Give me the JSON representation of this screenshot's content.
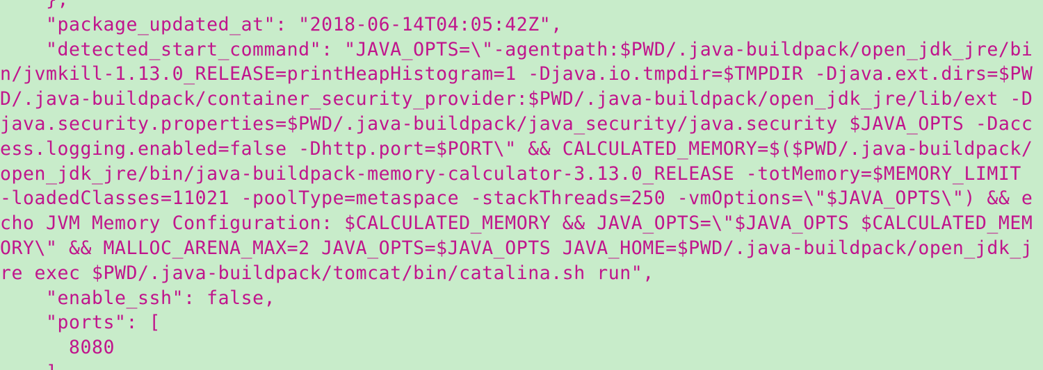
{
  "terminal": {
    "lines": [
      "    },",
      "    \"package_updated_at\": \"2018-06-14T04:05:42Z\",",
      "    \"detected_start_command\": \"JAVA_OPTS=\\\"-agentpath:$PWD/.java-buildpack/open_jdk_jre/bi",
      "n/jvmkill-1.13.0_RELEASE=printHeapHistogram=1 -Djava.io.tmpdir=$TMPDIR -Djava.ext.dirs=$PW",
      "D/.java-buildpack/container_security_provider:$PWD/.java-buildpack/open_jdk_jre/lib/ext -D",
      "java.security.properties=$PWD/.java-buildpack/java_security/java.security $JAVA_OPTS -Dacc",
      "ess.logging.enabled=false -Dhttp.port=$PORT\\\" && CALCULATED_MEMORY=$($PWD/.java-buildpack/",
      "open_jdk_jre/bin/java-buildpack-memory-calculator-3.13.0_RELEASE -totMemory=$MEMORY_LIMIT ",
      "-loadedClasses=11021 -poolType=metaspace -stackThreads=250 -vmOptions=\\\"$JAVA_OPTS\\\") && e",
      "cho JVM Memory Configuration: $CALCULATED_MEMORY && JAVA_OPTS=\\\"$JAVA_OPTS $CALCULATED_MEM",
      "ORY\\\" && MALLOC_ARENA_MAX=2 JAVA_OPTS=$JAVA_OPTS JAVA_HOME=$PWD/.java-buildpack/open_jdk_j",
      "re exec $PWD/.java-buildpack/tomcat/bin/catalina.sh run\",",
      "    \"enable_ssh\": false,",
      "    \"ports\": [",
      "      8080",
      "    ],"
    ]
  },
  "colors": {
    "background": "#c8ecca",
    "text": "#c0158c"
  }
}
